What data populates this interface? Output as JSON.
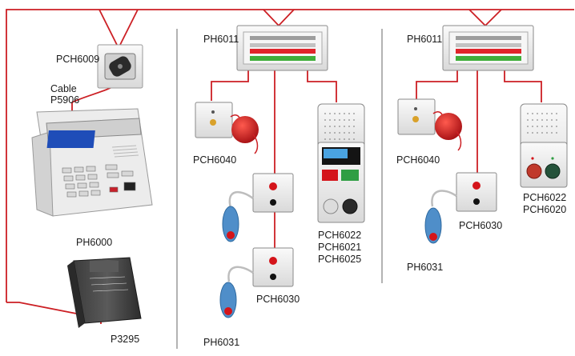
{
  "colors": {
    "wire": "#cc1f24",
    "divider": "#b3b3b3",
    "device_body": "#f3f3f3",
    "pull_ball": "#d4141a",
    "lcd": "#1f4db8",
    "pendant": "#4f8ec9"
  },
  "labels": {
    "pch6009": "PCH6009",
    "cable_line1": "Cable",
    "cable_line2": "P5906",
    "ph6000": "PH6000",
    "p3295": "P3295",
    "ph6011_a": "PH6011",
    "pch6040_a": "PCH6040",
    "pch6030_a": "PCH6030",
    "ph6031_a": "PH6031",
    "speaker_a_line1": "PCH6022",
    "speaker_a_line2": "PCH6021",
    "speaker_a_line3": "PCH6025",
    "ph6011_b": "PH6011",
    "pch6040_b": "PCH6040",
    "pch6030_b": "PCH6030",
    "ph6031_b": "PH6031",
    "speaker_b_line1": "PCH6022",
    "speaker_b_line2": "PCH6020"
  },
  "console_screen_text": "▇▇▇▇▇▇▇▇▇▇"
}
